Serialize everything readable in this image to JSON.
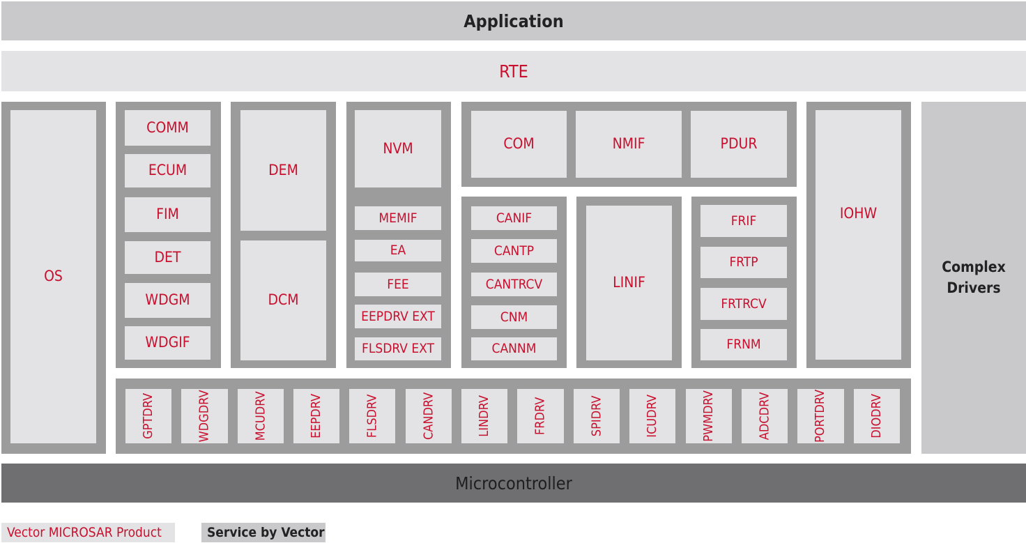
{
  "layers": {
    "application": "Application",
    "rte": "RTE",
    "complex_drivers": "Complex\nDrivers",
    "microcontroller": "Microcontroller"
  },
  "os": "OS",
  "system_services": [
    "COMM",
    "ECUM",
    "FIM",
    "DET",
    "WDGM",
    "WDGIF"
  ],
  "diagnostics": [
    "DEM",
    "DCM"
  ],
  "memory": {
    "nvm": "NVM",
    "items": [
      "MEMIF",
      "EA",
      "FEE",
      "EEPDRV EXT",
      "FLSDRV EXT"
    ]
  },
  "communication": {
    "top": [
      "COM",
      "NMIF",
      "PDUR"
    ],
    "can": [
      "CANIF",
      "CANTP",
      "CANTRCV",
      "CNM",
      "CANNM"
    ],
    "lin": "LINIF",
    "flexray": [
      "FRIF",
      "FRTP",
      "FRTRCV",
      "FRNM"
    ]
  },
  "io": "IOHW",
  "mcal": [
    "GPTDRV",
    "WDGDRV",
    "MCUDRV",
    "EEPDRV",
    "FLSDRV",
    "CANDRV",
    "LINDRV",
    "FRDRV",
    "SPIDRV",
    "ICUDRV",
    "PWMDRV",
    "ADCDRV",
    "PORTDRV",
    "DIODRV"
  ],
  "legend": {
    "product": "Vector MICROSAR Product",
    "service": "Service by Vector"
  },
  "colors": {
    "product_text": "#c8102e",
    "product_fill": "#e3e3e5",
    "service_fill": "#c9c9cb",
    "frame": "#9c9c9c",
    "microcontroller": "#6f6f71"
  }
}
